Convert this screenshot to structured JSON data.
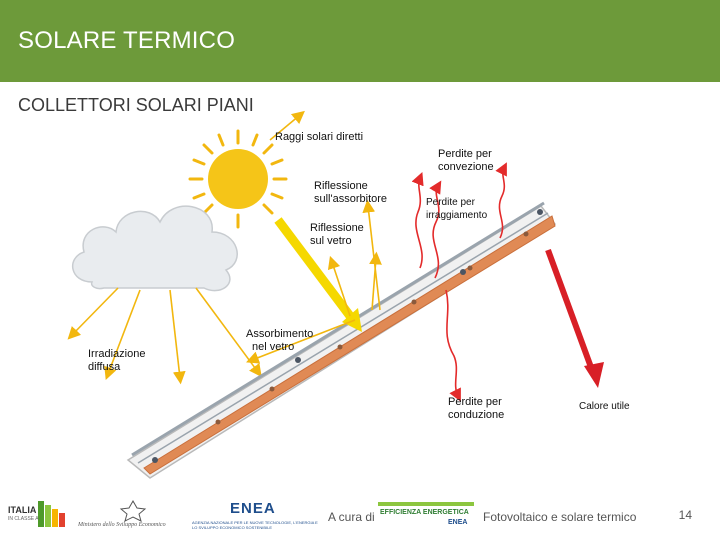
{
  "header": {
    "title": "SOLARE TERMICO"
  },
  "subtitle": "COLLETTORI SOLARI PIANI",
  "diagram": {
    "labels": {
      "direct_rays": "Raggi solari diretti",
      "convection_loss_1": "Perdite per",
      "convection_loss_2": "convezione",
      "absorber_reflection_1": "Riflessione",
      "absorber_reflection_2": "sull'assorbitore",
      "radiation_loss_1": "Perdite per",
      "radiation_loss_2": "irraggiamento",
      "glass_reflection_1": "Riflessione",
      "glass_reflection_2": "sul vetro",
      "diffuse_1": "Irradiazione",
      "diffuse_2": "diffusa",
      "glass_absorption_1": "Assorbimento",
      "glass_absorption_2": "nel vetro",
      "conduction_loss_1": "Perdite per",
      "conduction_loss_2": "conduzione",
      "useful_heat": "Calore utile"
    },
    "colors": {
      "sun": "#f5c518",
      "sun_rays": "#f2b70f",
      "direct_arrow": "#f5d800",
      "loss_arrows": "#e32b2b",
      "heat_arrow": "#d81f26",
      "absorber": "#e08a55",
      "frame": "#bfbfbf"
    }
  },
  "footer": {
    "curated_by": "A cura di",
    "logos": {
      "italia": "ITALIA",
      "italia_sub": "IN CLASSE A",
      "ministry": "Ministero dello Sviluppo Economico",
      "enea": "ENEA",
      "enea_sub": "AGENZIA NAZIONALE PER LE NUOVE TECNOLOGIE, L'ENERGIA E LO SVILUPPO ECONOMICO SOSTENIBILE",
      "efficiency": "EFFICIENZA ENERGETICA"
    },
    "topic": "Fotovoltaico e solare termico",
    "page": "14"
  }
}
